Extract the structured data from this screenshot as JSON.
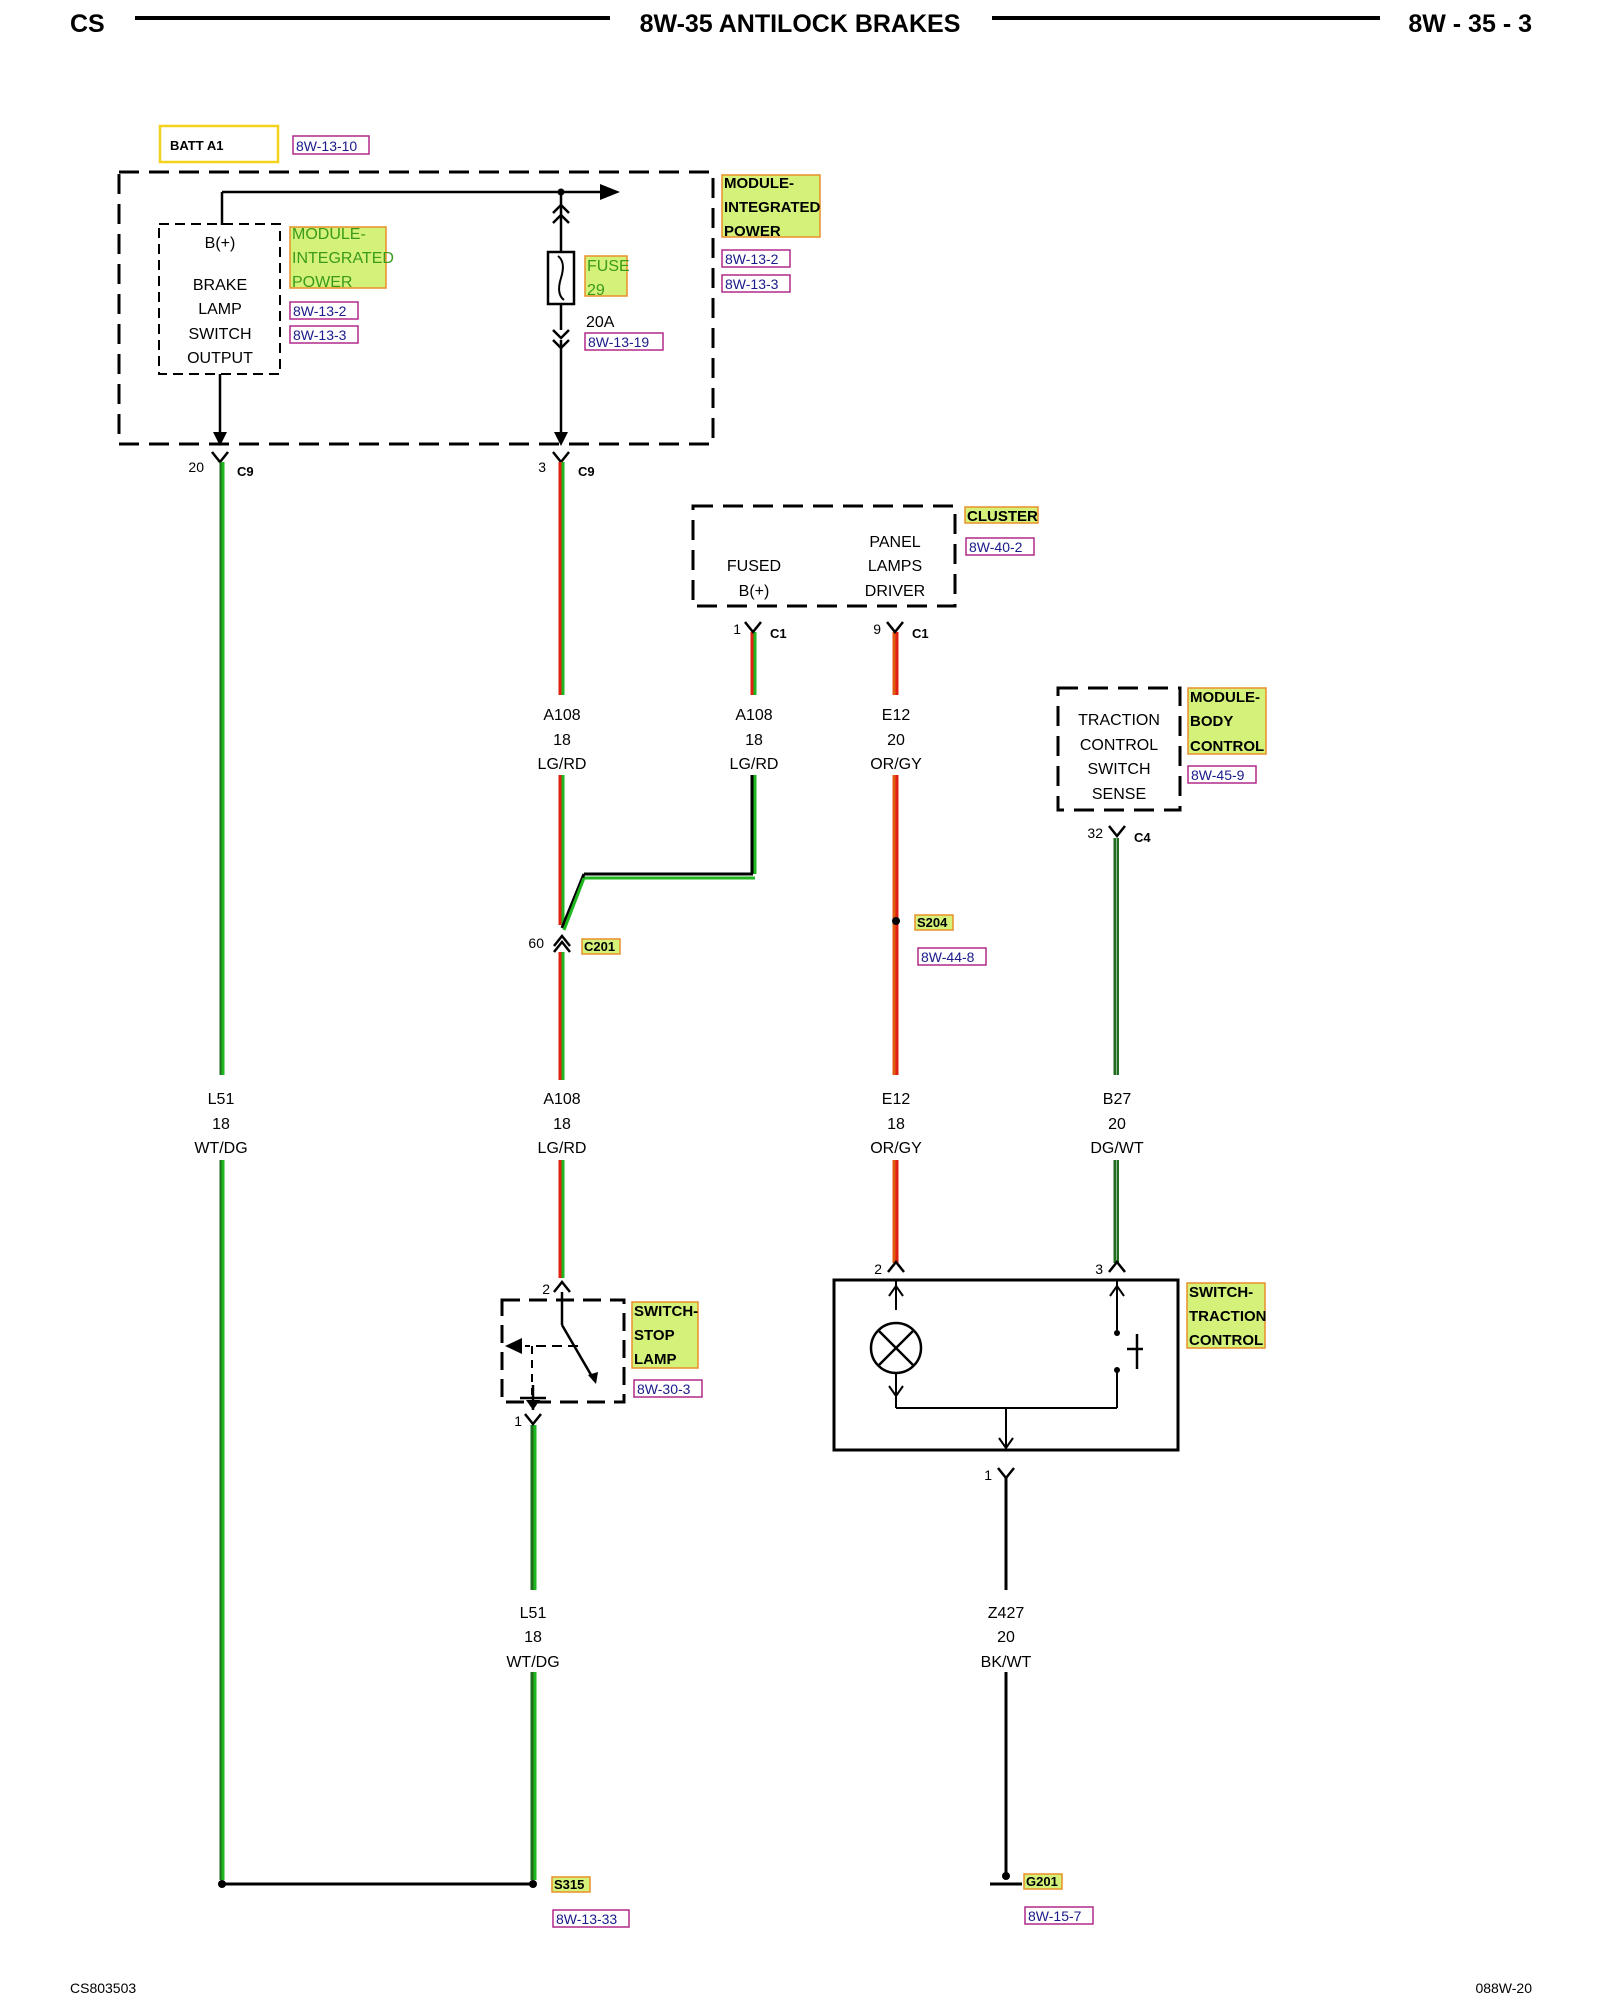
{
  "header": {
    "left": "CS",
    "title": "8W-35 ANTILOCK BRAKES",
    "page": "8W - 35 - 3"
  },
  "footer": {
    "left": "CS803503",
    "right": "088W-20"
  },
  "battery": {
    "label": "BATT A1",
    "ref": "8W-13-10"
  },
  "tipm": {
    "name_lines": [
      "MODULE-",
      "INTEGRATED",
      "POWER"
    ],
    "refs": [
      "8W-13-2",
      "8W-13-3"
    ],
    "output_lines": [
      "B(+)",
      "",
      "BRAKE",
      "LAMP",
      "SWITCH",
      "OUTPUT"
    ],
    "inner_name_lines": [
      "MODULE-",
      "INTEGRATED",
      "POWER"
    ],
    "inner_refs": [
      "8W-13-2",
      "8W-13-3"
    ],
    "fuse": {
      "name_lines": [
        "FUSE",
        "29"
      ],
      "rating": "20A",
      "ref": "8W-13-19"
    }
  },
  "cluster": {
    "name": "CLUSTER",
    "ref": "8W-40-2",
    "left_lines": [
      "FUSED",
      "B(+)"
    ],
    "right_lines": [
      "PANEL",
      "LAMPS",
      "DRIVER"
    ]
  },
  "bcm": {
    "name_lines": [
      "MODULE-",
      "BODY",
      "CONTROL"
    ],
    "ref": "8W-45-9",
    "func_lines": [
      "TRACTION",
      "CONTROL",
      "SWITCH",
      "SENSE"
    ]
  },
  "stop_lamp_switch": {
    "name_lines": [
      "SWITCH-",
      "STOP",
      "LAMP"
    ],
    "ref": "8W-30-3"
  },
  "tc_switch": {
    "name_lines": [
      "SWITCH-",
      "TRACTION",
      "CONTROL"
    ]
  },
  "connectors": [
    {
      "id": "c9a",
      "pin": "20",
      "name": "C9"
    },
    {
      "id": "c9b",
      "pin": "3",
      "name": "C9"
    },
    {
      "id": "c1a",
      "pin": "1",
      "name": "C1"
    },
    {
      "id": "c1b",
      "pin": "9",
      "name": "C1"
    },
    {
      "id": "c4",
      "pin": "32",
      "name": "C4"
    },
    {
      "id": "c201",
      "pin": "60",
      "name": "C201"
    },
    {
      "id": "ssl2",
      "pin": "2",
      "name": ""
    },
    {
      "id": "ssl1",
      "pin": "1",
      "name": ""
    },
    {
      "id": "tcs2",
      "pin": "2",
      "name": ""
    },
    {
      "id": "tcs3",
      "pin": "3",
      "name": ""
    },
    {
      "id": "tcs1",
      "pin": "1",
      "name": ""
    }
  ],
  "wires": [
    {
      "id": "w1",
      "lines": [
        "L51",
        "18",
        "WT/DG"
      ]
    },
    {
      "id": "w2",
      "lines": [
        "A108",
        "18",
        "LG/RD"
      ]
    },
    {
      "id": "w3",
      "lines": [
        "A108",
        "18",
        "LG/RD"
      ]
    },
    {
      "id": "w4",
      "lines": [
        "E12",
        "20",
        "OR/GY"
      ]
    },
    {
      "id": "w5",
      "lines": [
        "A108",
        "18",
        "LG/RD"
      ]
    },
    {
      "id": "w6",
      "lines": [
        "E12",
        "18",
        "OR/GY"
      ]
    },
    {
      "id": "w7",
      "lines": [
        "B27",
        "20",
        "DG/WT"
      ]
    },
    {
      "id": "w8",
      "lines": [
        "L51",
        "18",
        "WT/DG"
      ]
    },
    {
      "id": "w9",
      "lines": [
        "Z427",
        "20",
        "BK/WT"
      ]
    }
  ],
  "splices": {
    "s204": {
      "name": "S204",
      "ref": "8W-44-8"
    },
    "s315": {
      "name": "S315",
      "ref": "8W-13-33"
    }
  },
  "ground": {
    "name": "G201",
    "ref": "8W-15-7"
  },
  "colors": {
    "green": "#1fb61f",
    "red": "#e02010",
    "orange": "#e05a10",
    "dark_green": "#1f6e1f",
    "highlight": "#d4f27a",
    "highlight_border": "#e8902a",
    "ref_border": "#b02a8a"
  }
}
